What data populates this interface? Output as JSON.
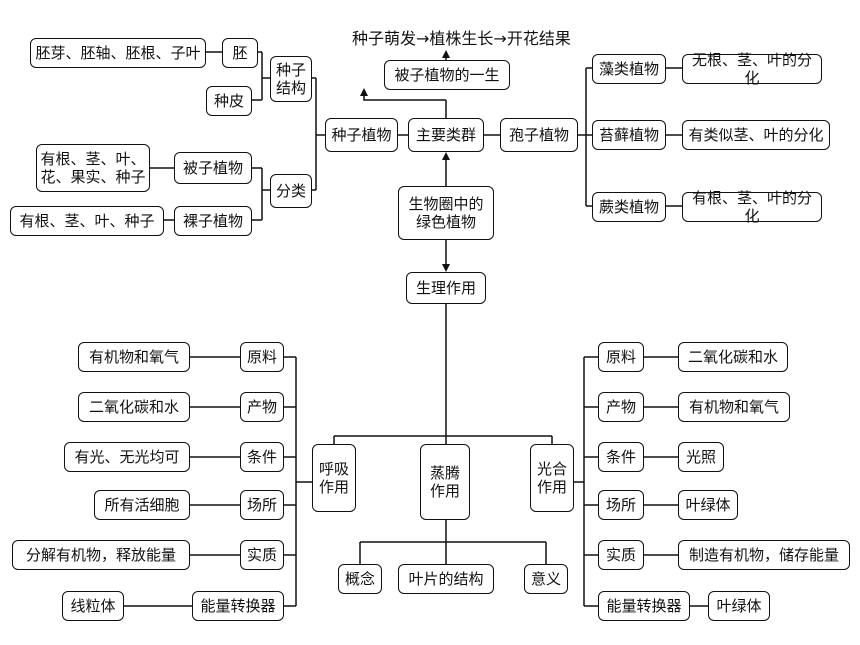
{
  "root": {
    "center": "生物圈中的\n绿色植物",
    "top_caption": "种子萌发→植株生长→开花结果",
    "angiosperm_life": "被子植物的一生"
  },
  "classification": {
    "main_groups": "主要类群",
    "seed_plants": "种子植物",
    "seed_structure": "种子\n结构",
    "embryo": "胚",
    "embryo_parts": "胚芽、胚轴、胚根、子叶",
    "seed_coat": "种皮",
    "category": "分类",
    "angiosperms": "被子植物",
    "angiosperm_organs": "有根、茎、叶、\n花、果实、种子",
    "gymnosperms": "裸子植物",
    "gymnosperm_organs": "有根、茎、叶、种子",
    "spore_plants": "孢子植物",
    "algae": "藻类植物",
    "algae_desc": "无根、茎、叶的分化",
    "moss": "苔藓植物",
    "moss_desc": "有类似茎、叶的分化",
    "fern": "蕨类植物",
    "fern_desc": "有根、茎、叶的分化"
  },
  "physiology": {
    "title": "生理作用",
    "respiration": "呼吸\n作用",
    "transpiration": "蒸腾\n作用",
    "photosynthesis": "光合\n作用",
    "concept": "概念",
    "leaf_structure": "叶片的结构",
    "meaning": "意义",
    "resp": {
      "raw_label": "原料",
      "raw": "有机物和氧气",
      "product_label": "产物",
      "product": "二氧化碳和水",
      "condition_label": "条件",
      "condition": "有光、无光均可",
      "site_label": "场所",
      "site": "所有活细胞",
      "essence_label": "实质",
      "essence": "分解有机物，释放能量",
      "converter_label": "能量转换器",
      "converter": "线粒体"
    },
    "photo": {
      "raw_label": "原料",
      "raw": "二氧化碳和水",
      "product_label": "产物",
      "product": "有机物和氧气",
      "condition_label": "条件",
      "condition": "光照",
      "site_label": "场所",
      "site": "叶绿体",
      "essence_label": "实质",
      "essence": "制造有机物，储存能量",
      "converter_label": "能量转换器",
      "converter": "叶绿体"
    }
  }
}
